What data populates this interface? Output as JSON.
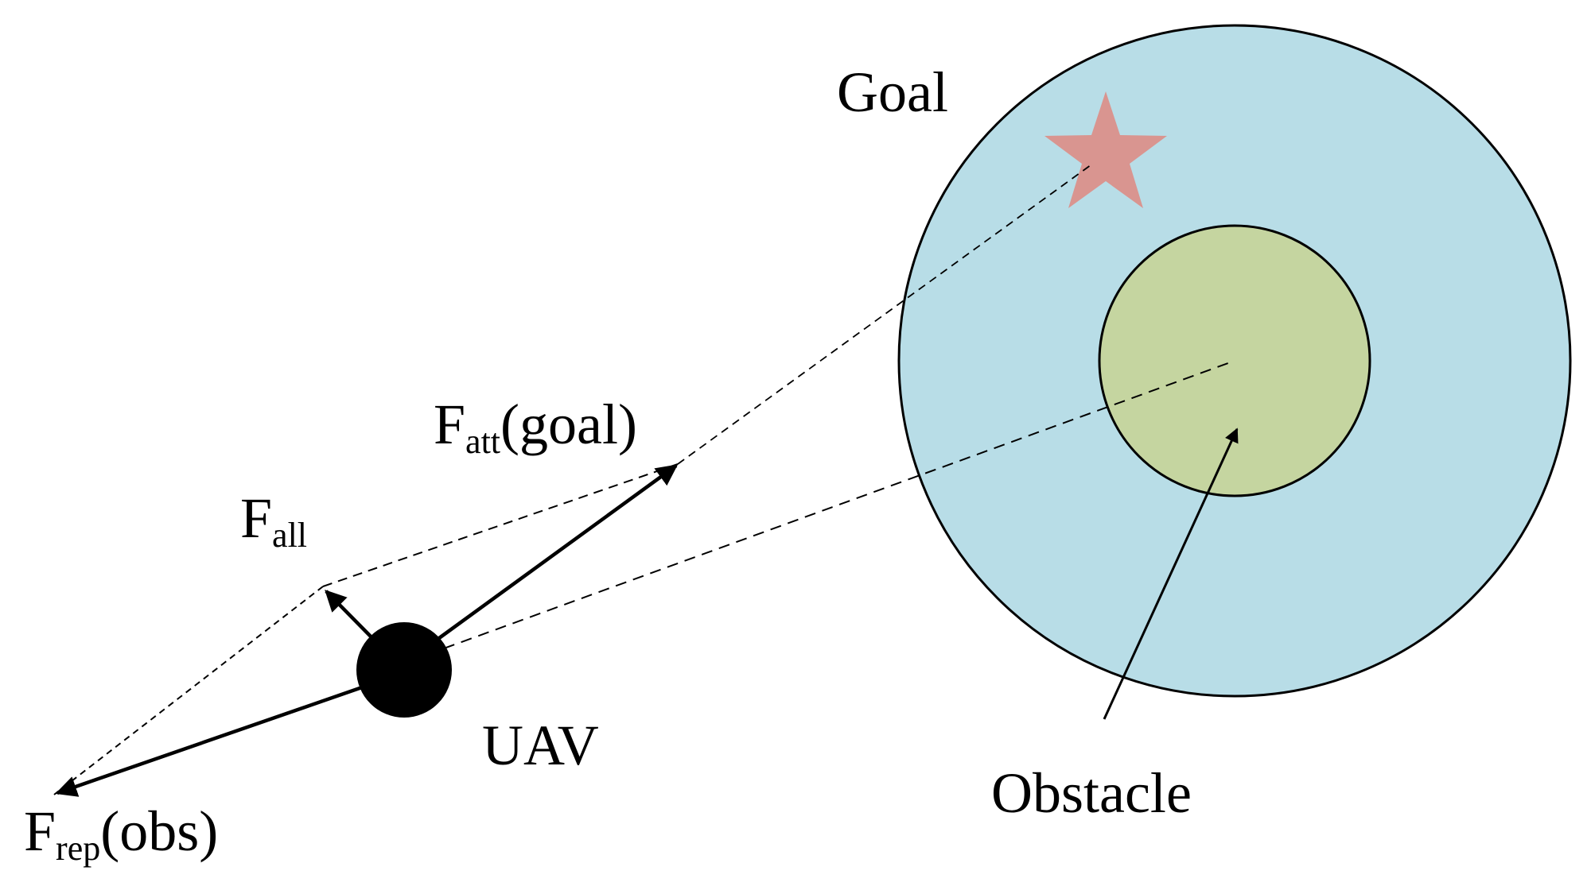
{
  "labels": {
    "goal": "Goal",
    "obstacle": "Obstacle",
    "uav": "UAV",
    "f_att": {
      "base": "F",
      "sub": "att",
      "suffix": "(goal)"
    },
    "f_all": {
      "base": "F",
      "sub": "all"
    },
    "f_rep": {
      "base": "F",
      "sub": "rep",
      "suffix": "(obs)"
    }
  },
  "colors": {
    "outer_zone": "#b8dde7",
    "obstacle": "#c5d5a0",
    "goal_star": "#d99590",
    "uav": "#000000",
    "stroke": "#000000"
  },
  "icons": {
    "goal": "star-icon"
  }
}
